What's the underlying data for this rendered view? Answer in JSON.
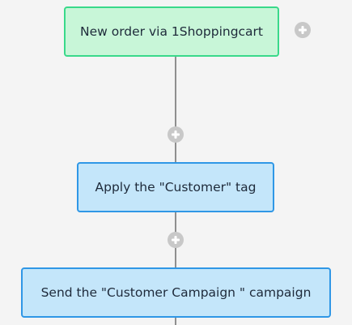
{
  "flow": {
    "trigger": {
      "label": "New order via 1Shoppingcart"
    },
    "steps": [
      {
        "label": "Apply the \"Customer\" tag"
      },
      {
        "label": "Send the \"Customer Campaign \" campaign"
      }
    ]
  },
  "colors": {
    "trigger_fill": "#c8f6d8",
    "trigger_border": "#39d98a",
    "action_fill": "#c4e6fa",
    "action_border": "#2f97e6",
    "connector": "#8f8f8f",
    "add_button": "#c8c8c8",
    "canvas": "#f4f4f4"
  },
  "icons": {
    "add_step": "plus-circle-icon"
  }
}
